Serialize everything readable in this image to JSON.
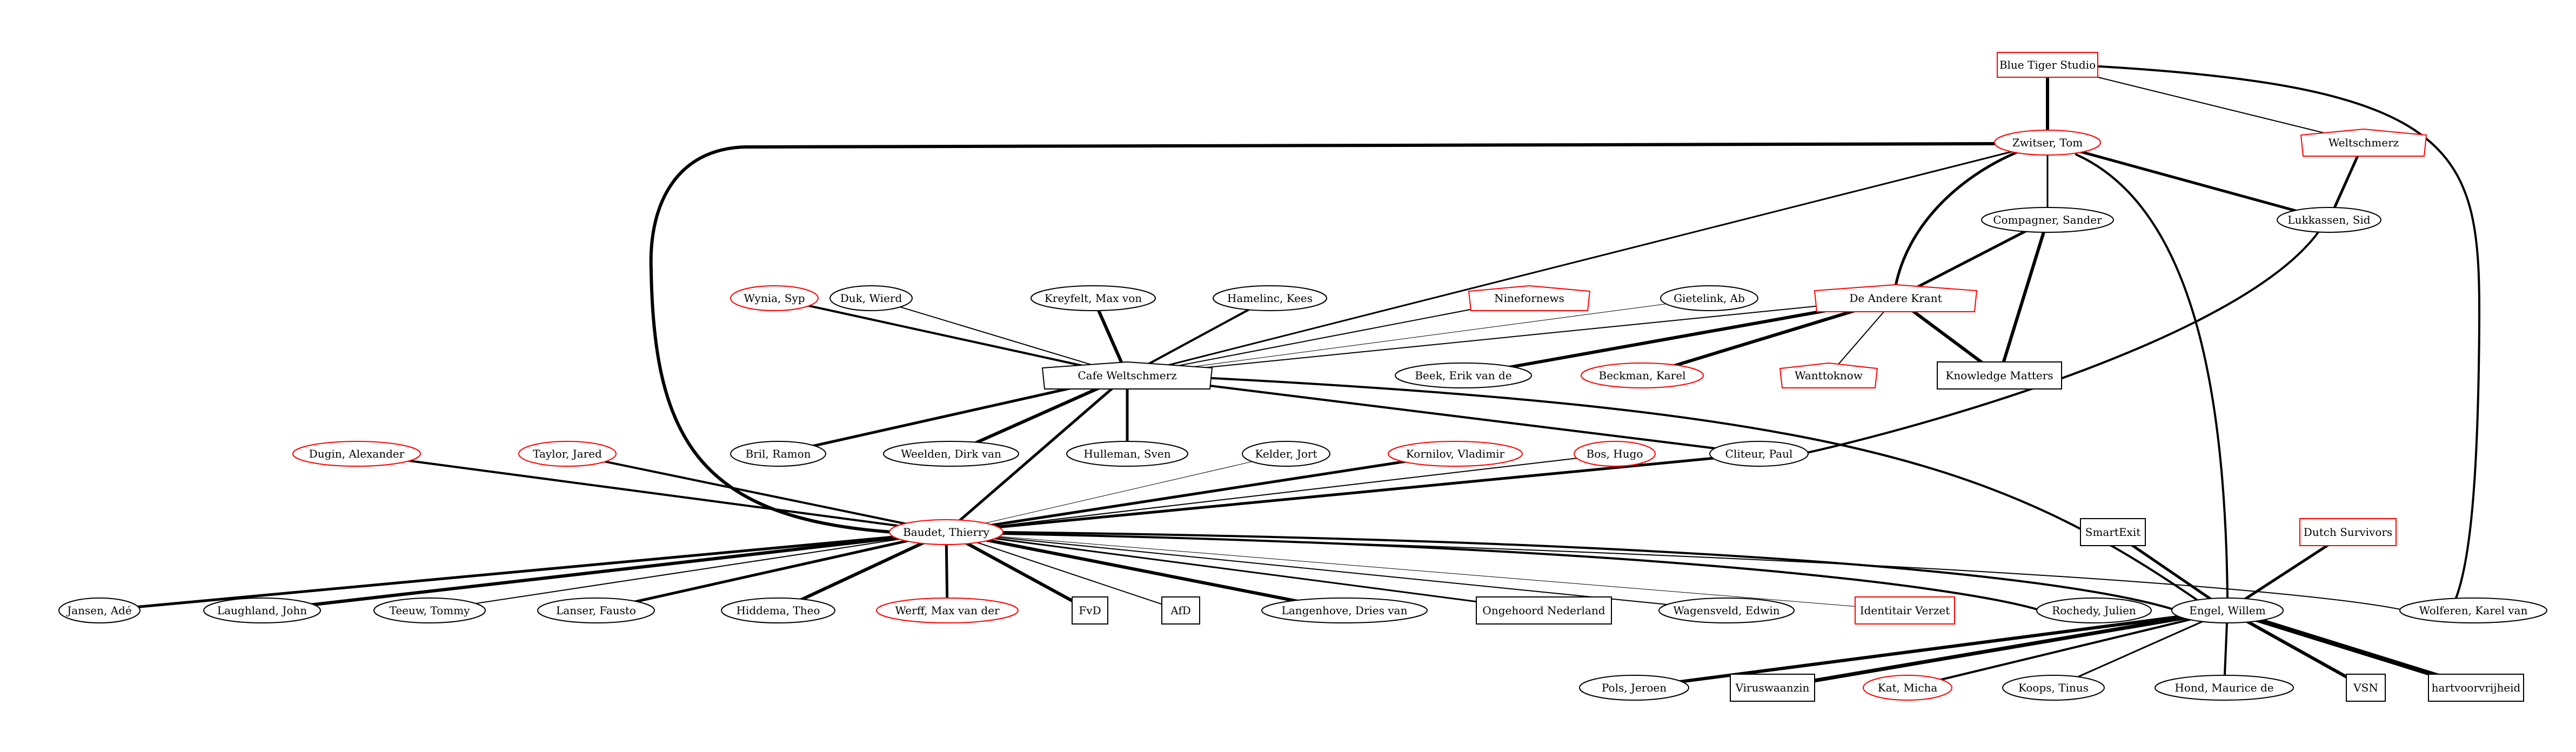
{
  "colors": {
    "highlight": "#ff0000",
    "normal": "#000000",
    "background": "#ffffff"
  },
  "nodes": [
    {
      "id": "bts",
      "label": "Blue Tiger Studio",
      "shape": "box",
      "highlight": true
    },
    {
      "id": "zwitser",
      "label": "Zwitser, Tom",
      "shape": "ellipse",
      "highlight": true
    },
    {
      "id": "weltschmerz",
      "label": "Weltschmerz",
      "shape": "house",
      "highlight": true
    },
    {
      "id": "compagner",
      "label": "Compagner, Sander",
      "shape": "ellipse",
      "highlight": false
    },
    {
      "id": "lukkassen",
      "label": "Lukkassen, Sid",
      "shape": "ellipse",
      "highlight": false
    },
    {
      "id": "wynia",
      "label": "Wynia, Syp",
      "shape": "ellipse",
      "highlight": true
    },
    {
      "id": "duk",
      "label": "Duk, Wierd",
      "shape": "ellipse",
      "highlight": false
    },
    {
      "id": "kreyfelt",
      "label": "Kreyfelt, Max von",
      "shape": "ellipse",
      "highlight": false
    },
    {
      "id": "hamelinc",
      "label": "Hamelinc, Kees",
      "shape": "ellipse",
      "highlight": false
    },
    {
      "id": "ninefornews",
      "label": "Ninefornews",
      "shape": "house",
      "highlight": true
    },
    {
      "id": "gietelink",
      "label": "Gietelink, Ab",
      "shape": "ellipse",
      "highlight": false
    },
    {
      "id": "dak",
      "label": "De Andere Krant",
      "shape": "house",
      "highlight": true
    },
    {
      "id": "cafe",
      "label": "Cafe Weltschmerz",
      "shape": "house",
      "highlight": false
    },
    {
      "id": "beek",
      "label": "Beek, Erik van de",
      "shape": "ellipse",
      "highlight": false
    },
    {
      "id": "beckman",
      "label": "Beckman, Karel",
      "shape": "ellipse",
      "highlight": true
    },
    {
      "id": "wanttoknow",
      "label": "Wanttoknow",
      "shape": "house",
      "highlight": true
    },
    {
      "id": "km",
      "label": "Knowledge Matters",
      "shape": "box",
      "highlight": false
    },
    {
      "id": "dugin",
      "label": "Dugin, Alexander",
      "shape": "ellipse",
      "highlight": true
    },
    {
      "id": "taylor",
      "label": "Taylor, Jared",
      "shape": "ellipse",
      "highlight": true
    },
    {
      "id": "bril",
      "label": "Bril, Ramon",
      "shape": "ellipse",
      "highlight": false
    },
    {
      "id": "weelden",
      "label": "Weelden, Dirk van",
      "shape": "ellipse",
      "highlight": false
    },
    {
      "id": "hulleman",
      "label": "Hulleman, Sven",
      "shape": "ellipse",
      "highlight": false
    },
    {
      "id": "kelder",
      "label": "Kelder, Jort",
      "shape": "ellipse",
      "highlight": false
    },
    {
      "id": "kornilov",
      "label": "Kornilov, Vladimir",
      "shape": "ellipse",
      "highlight": true
    },
    {
      "id": "bos",
      "label": "Bos, Hugo",
      "shape": "ellipse",
      "highlight": true
    },
    {
      "id": "cliteur",
      "label": "Cliteur, Paul",
      "shape": "ellipse",
      "highlight": false
    },
    {
      "id": "smartexit",
      "label": "SmartExit",
      "shape": "box",
      "highlight": false
    },
    {
      "id": "dutch",
      "label": "Dutch Survivors",
      "shape": "box",
      "highlight": true
    },
    {
      "id": "baudet",
      "label": "Baudet, Thierry",
      "shape": "ellipse",
      "highlight": true
    },
    {
      "id": "jansen",
      "label": "Jansen, Adé",
      "shape": "ellipse",
      "highlight": false
    },
    {
      "id": "laughland",
      "label": "Laughland, John",
      "shape": "ellipse",
      "highlight": false
    },
    {
      "id": "teeuw",
      "label": "Teeuw, Tommy",
      "shape": "ellipse",
      "highlight": false
    },
    {
      "id": "lanser",
      "label": "Lanser, Fausto",
      "shape": "ellipse",
      "highlight": false
    },
    {
      "id": "hiddema",
      "label": "Hiddema, Theo",
      "shape": "ellipse",
      "highlight": false
    },
    {
      "id": "werff",
      "label": "Werff, Max van der",
      "shape": "ellipse",
      "highlight": true
    },
    {
      "id": "fvd",
      "label": "FvD",
      "shape": "box",
      "highlight": false
    },
    {
      "id": "afd",
      "label": "AfD",
      "shape": "box",
      "highlight": false
    },
    {
      "id": "langenhove",
      "label": "Langenhove, Dries van",
      "shape": "ellipse",
      "highlight": false
    },
    {
      "id": "ongehoord",
      "label": "Ongehoord Nederland",
      "shape": "box",
      "highlight": false
    },
    {
      "id": "wagensveld",
      "label": "Wagensveld, Edwin",
      "shape": "ellipse",
      "highlight": false
    },
    {
      "id": "iv",
      "label": "Identitair Verzet",
      "shape": "box",
      "highlight": true
    },
    {
      "id": "rochedy",
      "label": "Rochedy, Julien",
      "shape": "ellipse",
      "highlight": false
    },
    {
      "id": "engel",
      "label": "Engel, Willem",
      "shape": "ellipse",
      "highlight": false
    },
    {
      "id": "wolferen",
      "label": "Wolferen, Karel van",
      "shape": "ellipse",
      "highlight": false
    },
    {
      "id": "pols",
      "label": "Pols, Jeroen",
      "shape": "ellipse",
      "highlight": false
    },
    {
      "id": "viruswaanzin",
      "label": "Viruswaanzin",
      "shape": "box",
      "highlight": false
    },
    {
      "id": "kat",
      "label": "Kat, Micha",
      "shape": "ellipse",
      "highlight": true
    },
    {
      "id": "koops",
      "label": "Koops, Tinus",
      "shape": "ellipse",
      "highlight": false
    },
    {
      "id": "hond",
      "label": "Hond, Maurice de",
      "shape": "ellipse",
      "highlight": false
    },
    {
      "id": "vsn",
      "label": "VSN",
      "shape": "box",
      "highlight": false
    },
    {
      "id": "hartvoorvrijheid",
      "label": "hartvoorvrijheid",
      "shape": "box",
      "highlight": false
    }
  ],
  "edges": [
    {
      "from": "bts",
      "to": "zwitser",
      "weight": 6
    },
    {
      "from": "bts",
      "to": "weltschmerz",
      "weight": 2
    },
    {
      "from": "bts",
      "to": "wolferen",
      "weight": 4
    },
    {
      "from": "weltschmerz",
      "to": "lukkassen",
      "weight": 5
    },
    {
      "from": "zwitser",
      "to": "compagner",
      "weight": 3
    },
    {
      "from": "zwitser",
      "to": "lukkassen",
      "weight": 5
    },
    {
      "from": "zwitser",
      "to": "dak",
      "weight": 5
    },
    {
      "from": "zwitser",
      "to": "cafe",
      "weight": 3
    },
    {
      "from": "zwitser",
      "to": "baudet",
      "weight": 6
    },
    {
      "from": "zwitser",
      "to": "engel",
      "weight": 4
    },
    {
      "from": "compagner",
      "to": "dak",
      "weight": 5
    },
    {
      "from": "compagner",
      "to": "km",
      "weight": 6
    },
    {
      "from": "lukkassen",
      "to": "cliteur",
      "weight": 4
    },
    {
      "from": "wynia",
      "to": "cafe",
      "weight": 4
    },
    {
      "from": "duk",
      "to": "cafe",
      "weight": 2
    },
    {
      "from": "kreyfelt",
      "to": "cafe",
      "weight": 6
    },
    {
      "from": "hamelinc",
      "to": "cafe",
      "weight": 4
    },
    {
      "from": "ninefornews",
      "to": "cafe",
      "weight": 2
    },
    {
      "from": "gietelink",
      "to": "cafe",
      "weight": 1
    },
    {
      "from": "dak",
      "to": "cafe",
      "weight": 2
    },
    {
      "from": "dak",
      "to": "beek",
      "weight": 6
    },
    {
      "from": "dak",
      "to": "beckman",
      "weight": 6
    },
    {
      "from": "dak",
      "to": "wanttoknow",
      "weight": 2
    },
    {
      "from": "dak",
      "to": "km",
      "weight": 6
    },
    {
      "from": "cafe",
      "to": "bril",
      "weight": 5
    },
    {
      "from": "cafe",
      "to": "weelden",
      "weight": 6
    },
    {
      "from": "cafe",
      "to": "hulleman",
      "weight": 5
    },
    {
      "from": "cafe",
      "to": "cliteur",
      "weight": 4
    },
    {
      "from": "cafe",
      "to": "baudet",
      "weight": 5
    },
    {
      "from": "cafe",
      "to": "engel",
      "weight": 4
    },
    {
      "from": "dugin",
      "to": "baudet",
      "weight": 4
    },
    {
      "from": "taylor",
      "to": "baudet",
      "weight": 4
    },
    {
      "from": "kelder",
      "to": "baudet",
      "weight": 1
    },
    {
      "from": "kornilov",
      "to": "baudet",
      "weight": 5
    },
    {
      "from": "bos",
      "to": "baudet",
      "weight": 2
    },
    {
      "from": "cliteur",
      "to": "baudet",
      "weight": 5
    },
    {
      "from": "baudet",
      "to": "jansen",
      "weight": 5
    },
    {
      "from": "baudet",
      "to": "laughland",
      "weight": 6
    },
    {
      "from": "baudet",
      "to": "teeuw",
      "weight": 2
    },
    {
      "from": "baudet",
      "to": "lanser",
      "weight": 5
    },
    {
      "from": "baudet",
      "to": "hiddema",
      "weight": 6
    },
    {
      "from": "baudet",
      "to": "werff",
      "weight": 5
    },
    {
      "from": "baudet",
      "to": "fvd",
      "weight": 6
    },
    {
      "from": "baudet",
      "to": "afd",
      "weight": 2
    },
    {
      "from": "baudet",
      "to": "langenhove",
      "weight": 6
    },
    {
      "from": "baudet",
      "to": "ongehoord",
      "weight": 3
    },
    {
      "from": "baudet",
      "to": "wagensveld",
      "weight": 2
    },
    {
      "from": "baudet",
      "to": "iv",
      "weight": 1
    },
    {
      "from": "baudet",
      "to": "rochedy",
      "weight": 4
    },
    {
      "from": "baudet",
      "to": "engel",
      "weight": 4
    },
    {
      "from": "baudet",
      "to": "wolferen",
      "weight": 2
    },
    {
      "from": "smartexit",
      "to": "engel",
      "weight": 5
    },
    {
      "from": "dutch",
      "to": "engel",
      "weight": 5
    },
    {
      "from": "engel",
      "to": "pols",
      "weight": 6
    },
    {
      "from": "engel",
      "to": "viruswaanzin",
      "weight": 7
    },
    {
      "from": "engel",
      "to": "kat",
      "weight": 4
    },
    {
      "from": "engel",
      "to": "koops",
      "weight": 3
    },
    {
      "from": "engel",
      "to": "hond",
      "weight": 4
    },
    {
      "from": "engel",
      "to": "vsn",
      "weight": 6
    },
    {
      "from": "engel",
      "to": "hartvoorvrijheid",
      "weight": 9
    }
  ]
}
